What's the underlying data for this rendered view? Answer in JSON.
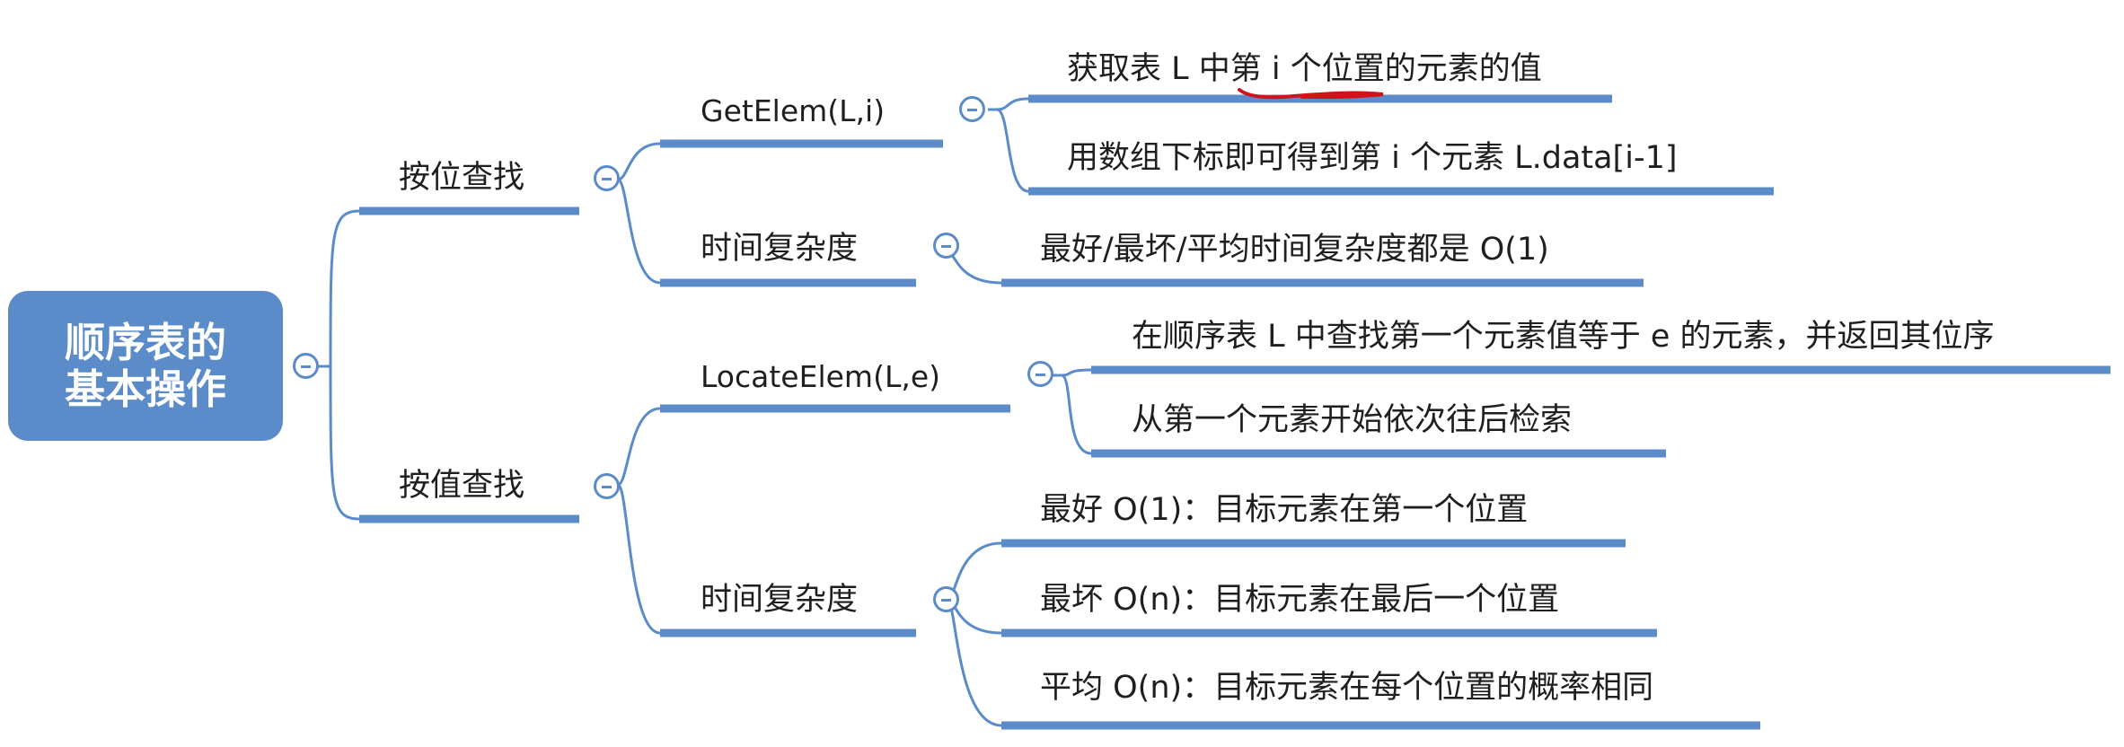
{
  "root": {
    "label": "顺序表的基本操作"
  },
  "branches": [
    {
      "label": "按位查找",
      "children": [
        {
          "label": "GetElem(L,i)",
          "children": [
            "获取表 L 中第 i 个位置的元素的值",
            "用数组下标即可得到第 i 个元素 L.data[i-1]"
          ]
        },
        {
          "label": "时间复杂度",
          "children": [
            "最好/最坏/平均时间复杂度都是 O(1)"
          ]
        }
      ]
    },
    {
      "label": "按值查找",
      "children": [
        {
          "label": "LocateElem(L,e)",
          "children": [
            "在顺序表 L 中查找第一个元素值等于 e 的元素，并返回其位序",
            "从第一个元素开始依次往后检索"
          ]
        },
        {
          "label": "时间复杂度",
          "children": [
            "最好 O(1)：目标元素在第一个位置",
            "最坏 O(n)：目标元素在最后一个位置",
            "平均 O(n)：目标元素在每个位置的概率相同"
          ]
        }
      ]
    }
  ],
  "colors": {
    "line": "#5b8bc9",
    "node": "#5b8bc9",
    "annotation": "#d2121b"
  },
  "icons": {
    "collapse": "collapse-minus-icon"
  }
}
